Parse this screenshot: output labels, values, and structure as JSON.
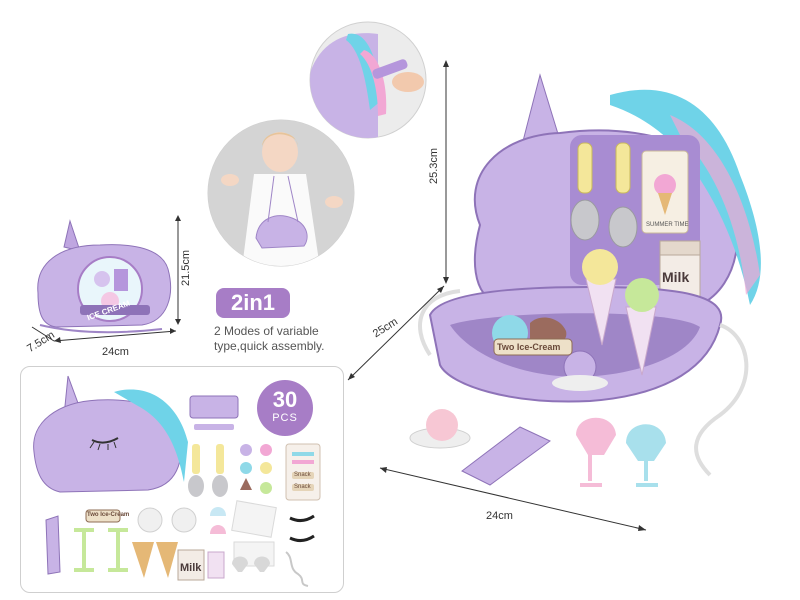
{
  "product": {
    "badge_title": "2in1",
    "badge_description": "2 Modes of variable type,quick assembly.",
    "pieces_count": "30",
    "pieces_unit": "PCS"
  },
  "dimensions": {
    "box_height": "21.5cm",
    "box_depth": "7.5cm",
    "box_width": "24cm",
    "main_height": "25.3cm",
    "main_depth": "25cm",
    "main_width": "24cm"
  },
  "printed_labels": {
    "ice_cream_tray_sign": "Two Ice-Cream",
    "milk_carton": "Milk",
    "summer_card": "SUMMER TIME",
    "box_front": "ICE CREAM",
    "part_milk": "Milk",
    "part_sign": "Two Ice-Cream",
    "part_snack_1": "Snack",
    "part_snack_2": "Snack"
  },
  "colors": {
    "accent_purple": "#a77dc6",
    "body_lavender": "#c8b3e6",
    "body_shadow": "#9f86c7",
    "mane_blue": "#6fd3e8",
    "mane_pink": "#f2a7d4"
  }
}
